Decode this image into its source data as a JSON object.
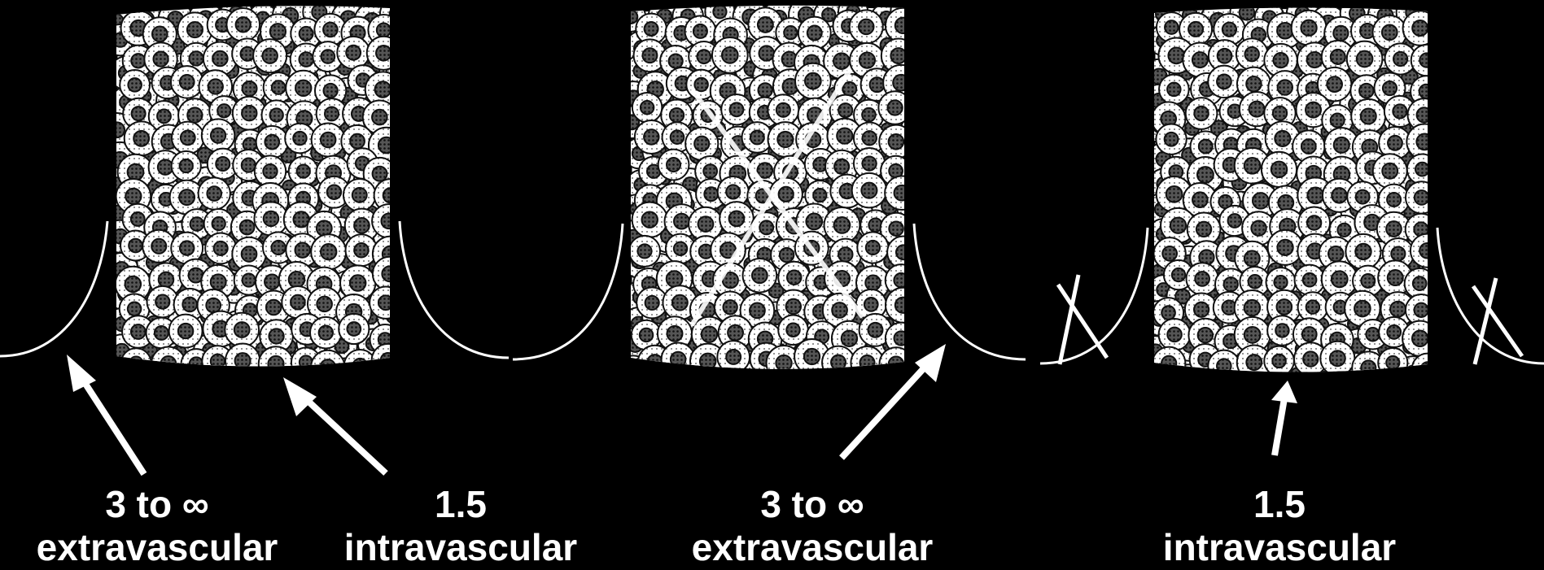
{
  "panels": [
    {
      "id": "panel-1",
      "labels": [
        {
          "value": "3 to ∞",
          "compartment": "extravascular"
        },
        {
          "value": "1.5",
          "compartment": "intravascular"
        }
      ]
    },
    {
      "id": "panel-2",
      "labels": [
        {
          "value": "3 to ∞",
          "compartment": "extravascular"
        }
      ]
    },
    {
      "id": "panel-3",
      "labels": [
        {
          "value": "1.5",
          "compartment": "intravascular"
        }
      ]
    }
  ],
  "colors": {
    "background": "#000000",
    "line": "#ffffff",
    "cell_fill": "#ffffff",
    "cell_nucleus": "#333333"
  }
}
